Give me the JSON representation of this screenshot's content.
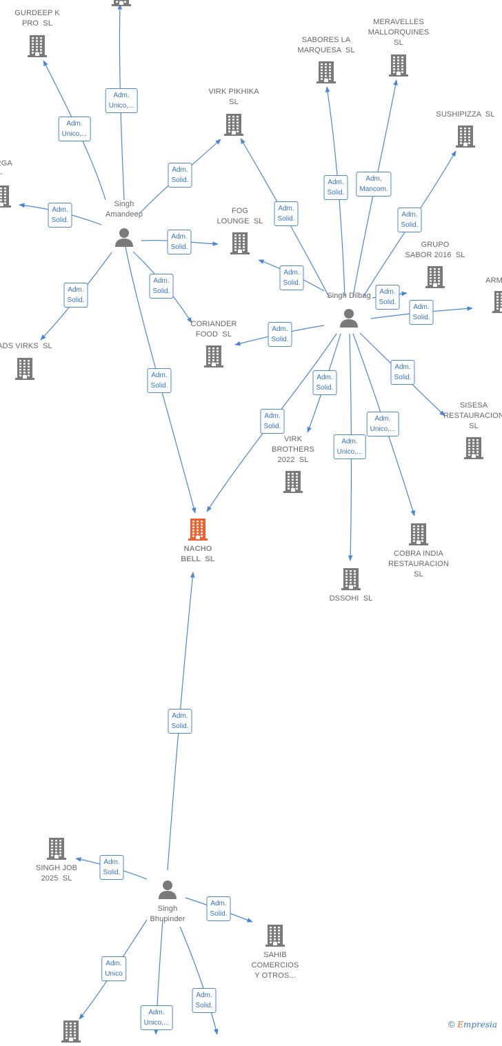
{
  "colors": {
    "edge": "#4a86d8",
    "building": "#7a7a7a",
    "focus_building": "#f0602c",
    "person": "#7a7a7a"
  },
  "nodes": [
    {
      "id": "gurdeep",
      "type": "company",
      "label": "GURDEEP K\nPRO  SL"
    },
    {
      "id": "yrga",
      "type": "company",
      "label": "YRGA\n-"
    },
    {
      "id": "virk_pikhika",
      "type": "company",
      "label": "VIRK PIKHIKA\nSL"
    },
    {
      "id": "sabores",
      "type": "company",
      "label": "SABORES LA\nMARQUESA  SL"
    },
    {
      "id": "meravelles",
      "type": "company",
      "label": "MERAVELLES\nMALLORQUINES\nSL"
    },
    {
      "id": "sushipizza",
      "type": "company",
      "label": "SUSHIPIZZA  SL"
    },
    {
      "id": "fog_lounge",
      "type": "company",
      "label": "FOG\nLOUNGE  SL"
    },
    {
      "id": "grupo_sabor",
      "type": "company",
      "label": "GRUPO\nSABOR 2016  SL"
    },
    {
      "id": "armaan",
      "type": "company",
      "label": "ARMAAN"
    },
    {
      "id": "ads_virks",
      "type": "company",
      "label": "ADS VIRKS  SL"
    },
    {
      "id": "coriander",
      "type": "company",
      "label": "CORIANDER\nFOOD  SL"
    },
    {
      "id": "sisesa",
      "type": "company",
      "label": "SISESA\nRESTAURACION\nSL"
    },
    {
      "id": "virk_brothers",
      "type": "company",
      "label": "VIRK\nBROTHERS\n2022  SL"
    },
    {
      "id": "nacho_bell",
      "type": "company",
      "label": "NACHO\nBELL  SL",
      "focus": true
    },
    {
      "id": "cobra_india",
      "type": "company",
      "label": "COBRA INDIA\nRESTAURACION\nSL"
    },
    {
      "id": "dssohi",
      "type": "company",
      "label": "DSSOHI  SL"
    },
    {
      "id": "singh_job",
      "type": "company",
      "label": "SINGH JOB\n2025  SL"
    },
    {
      "id": "sahib",
      "type": "company",
      "label": "SAHIB\nCOMERCIOS\nY OTROS..."
    },
    {
      "id": "bottom_company",
      "type": "company",
      "label": ""
    },
    {
      "id": "top_company",
      "type": "company",
      "label": ""
    },
    {
      "id": "singh_amandeep",
      "type": "person",
      "label": "Singh\nAmandeep"
    },
    {
      "id": "singh_dilbag",
      "type": "person",
      "label": "Singh Dilbag"
    },
    {
      "id": "singh_bhupinder",
      "type": "person",
      "label": "Singh\nBhupinder"
    }
  ],
  "edges": [
    {
      "from": "singh_amandeep",
      "to": "top_company",
      "label": "Adm.\nUnico,..."
    },
    {
      "from": "singh_amandeep",
      "to": "gurdeep",
      "label": "Adm.\nUnico,..."
    },
    {
      "from": "singh_amandeep",
      "to": "yrga",
      "label": "Adm.\nSolid."
    },
    {
      "from": "singh_amandeep",
      "to": "virk_pikhika",
      "label": "Adm.\nSolid."
    },
    {
      "from": "singh_amandeep",
      "to": "fog_lounge",
      "label": "Adm.\nSolid."
    },
    {
      "from": "singh_amandeep",
      "to": "coriander",
      "label": "Adm.\nSolid."
    },
    {
      "from": "singh_amandeep",
      "to": "ads_virks",
      "label": "Adm.\nSolid."
    },
    {
      "from": "singh_amandeep",
      "to": "nacho_bell",
      "label": "Adm.\nSolid."
    },
    {
      "from": "singh_dilbag",
      "to": "virk_pikhika",
      "label": "Adm.\nSolid."
    },
    {
      "from": "singh_dilbag",
      "to": "sabores",
      "label": "Adm.\nSolid."
    },
    {
      "from": "singh_dilbag",
      "to": "meravelles",
      "label": "Adm.\nMancom."
    },
    {
      "from": "singh_dilbag",
      "to": "sushipizza",
      "label": "Adm.\nSolid."
    },
    {
      "from": "singh_dilbag",
      "to": "fog_lounge",
      "label": "Adm.\nSolid."
    },
    {
      "from": "singh_dilbag",
      "to": "grupo_sabor",
      "label": "Adm.\nSolid."
    },
    {
      "from": "singh_dilbag",
      "to": "armaan",
      "label": "Adm.\nSolid."
    },
    {
      "from": "singh_dilbag",
      "to": "coriander",
      "label": "Adm.\nSolid."
    },
    {
      "from": "singh_dilbag",
      "to": "sisesa",
      "label": "Adm.\nSolid."
    },
    {
      "from": "singh_dilbag",
      "to": "virk_brothers",
      "label": "Adm.\nSolid."
    },
    {
      "from": "singh_dilbag",
      "to": "cobra_india",
      "label": "Adm.\nUnico,..."
    },
    {
      "from": "singh_dilbag",
      "to": "dssohi",
      "label": "Adm.\nUnico,..."
    },
    {
      "from": "singh_dilbag",
      "to": "nacho_bell",
      "label": "Adm.\nSolid."
    },
    {
      "from": "singh_bhupinder",
      "to": "nacho_bell",
      "label": "Adm.\nSolid."
    },
    {
      "from": "singh_bhupinder",
      "to": "singh_job",
      "label": "Adm.\nSolid."
    },
    {
      "from": "singh_bhupinder",
      "to": "sahib",
      "label": "Adm.\nSolid."
    },
    {
      "from": "singh_bhupinder",
      "to": "bottom_company",
      "label": "Adm.\nUnico"
    },
    {
      "from": "singh_bhupinder",
      "to": "bottom_company_2",
      "label": "Adm.\nUnico,..."
    },
    {
      "from": "singh_bhupinder",
      "to": "bottom_company_3",
      "label": "Adm.\nSolid."
    }
  ],
  "footer": {
    "copyright": "©",
    "brand_initial": "E",
    "brand_rest": "mpresia"
  }
}
